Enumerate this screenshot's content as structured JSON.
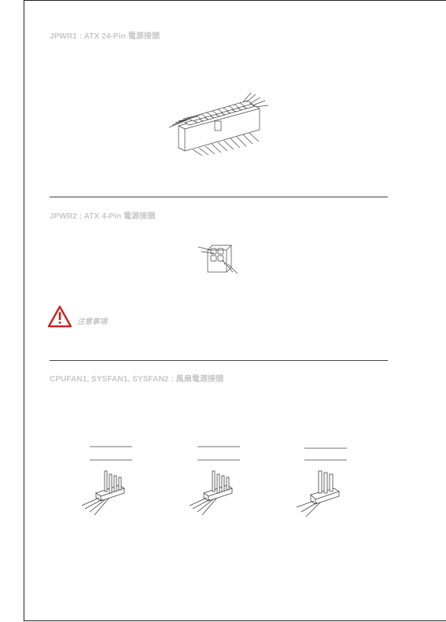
{
  "sections": {
    "jpwr1": {
      "title": "JPWR1 : ATX 24-Pin 電源接頭"
    },
    "jpwr2": {
      "title": "JPWR2 : ATX 4-Pin 電源接頭"
    },
    "caution": {
      "label": "注意事項",
      "icon": "warning-triangle-icon",
      "color": "#cc2222"
    },
    "fans": {
      "title": "CPUFAN1, SYSFAN1, SYSFAN2 : 風扇電源接頭"
    }
  }
}
